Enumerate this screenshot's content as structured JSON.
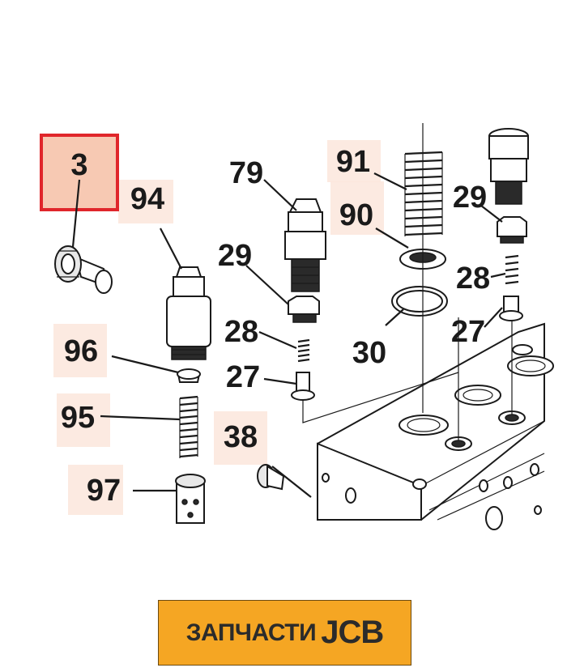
{
  "callouts": {
    "c3": "3",
    "c94": "94",
    "c79": "79",
    "c91": "91",
    "c90": "90",
    "c29a": "29",
    "c29b": "29",
    "c28a": "28",
    "c28b": "28",
    "c27a": "27",
    "c27b": "27",
    "c30": "30",
    "c96": "96",
    "c95": "95",
    "c38": "38",
    "c97": "97"
  },
  "banner": {
    "text": "ЗАПЧАСТИ",
    "brand": "JCB"
  },
  "colors": {
    "selected_border": "#e0262b",
    "selected_fill": "#f7c9b3",
    "highlight_fill": "#fce6dc",
    "banner_bg": "#f5a623"
  }
}
